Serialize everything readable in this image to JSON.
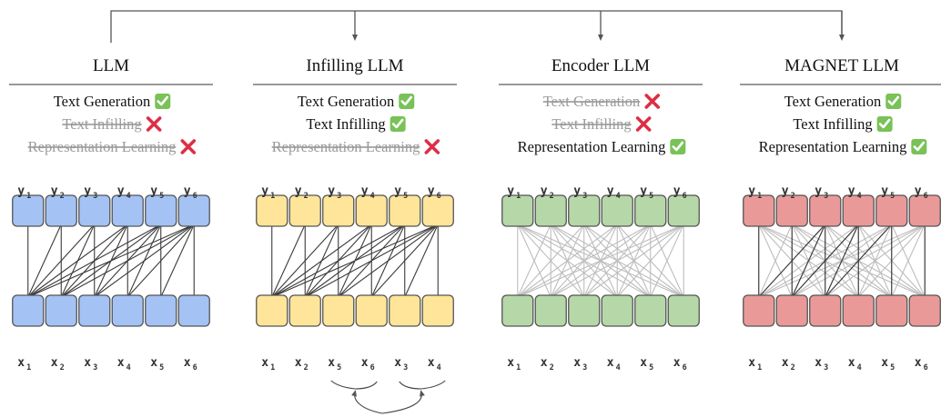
{
  "panels": [
    {
      "title": "LLM",
      "fill": "#a4c2f4",
      "capabilities": [
        {
          "text": "Text Generation",
          "supported": true
        },
        {
          "text": "Text Infilling",
          "supported": false
        },
        {
          "text": "Representation Learning",
          "supported": false
        }
      ],
      "top_labels": [
        [
          "y",
          "1"
        ],
        [
          "y",
          "2"
        ],
        [
          "y",
          "3"
        ],
        [
          "y",
          "4"
        ],
        [
          "y",
          "5"
        ],
        [
          "y",
          "6"
        ]
      ],
      "bottom_labels": [
        [
          "x",
          "1"
        ],
        [
          "x",
          "2"
        ],
        [
          "x",
          "3"
        ],
        [
          "x",
          "4"
        ],
        [
          "x",
          "5"
        ],
        [
          "x",
          "6"
        ]
      ],
      "attention": "causal",
      "extra_edges": []
    },
    {
      "title": "Infilling LLM",
      "fill": "#ffe599",
      "capabilities": [
        {
          "text": "Text Generation",
          "supported": true
        },
        {
          "text": "Text Infilling",
          "supported": true
        },
        {
          "text": "Representation Learning",
          "supported": false
        }
      ],
      "top_labels": [
        [
          "y",
          "1"
        ],
        [
          "y",
          "2"
        ],
        [
          "y",
          "3"
        ],
        [
          "y",
          "4"
        ],
        [
          "y",
          "5"
        ],
        [
          "y",
          "6"
        ]
      ],
      "bottom_labels": [
        [
          "x",
          "1"
        ],
        [
          "x",
          "2"
        ],
        [
          "x",
          "5"
        ],
        [
          "x",
          "6"
        ],
        [
          "x",
          "3"
        ],
        [
          "x",
          "4"
        ]
      ],
      "attention": "causal",
      "extra_edges": [],
      "reorder_swap": true
    },
    {
      "title": "Encoder LLM",
      "fill": "#b6d7a8",
      "capabilities": [
        {
          "text": "Text Generation",
          "supported": false
        },
        {
          "text": "Text Infilling",
          "supported": false
        },
        {
          "text": "Representation Learning",
          "supported": true
        }
      ],
      "top_labels": [
        [
          "y",
          "1"
        ],
        [
          "y",
          "2"
        ],
        [
          "y",
          "3"
        ],
        [
          "y",
          "4"
        ],
        [
          "y",
          "5"
        ],
        [
          "y",
          "6"
        ]
      ],
      "bottom_labels": [
        [
          "x",
          "1"
        ],
        [
          "x",
          "2"
        ],
        [
          "x",
          "3"
        ],
        [
          "x",
          "4"
        ],
        [
          "x",
          "5"
        ],
        [
          "x",
          "6"
        ]
      ],
      "attention": "bidirectional",
      "extra_edges": []
    },
    {
      "title": "MAGNET LLM",
      "fill": "#ea9999",
      "capabilities": [
        {
          "text": "Text Generation",
          "supported": true
        },
        {
          "text": "Text Infilling",
          "supported": true
        },
        {
          "text": "Representation Learning",
          "supported": true
        }
      ],
      "top_labels": [
        [
          "y",
          "1"
        ],
        [
          "y",
          "2"
        ],
        [
          "y",
          "3"
        ],
        [
          "y",
          "4"
        ],
        [
          "y",
          "5"
        ],
        [
          "y",
          "6"
        ]
      ],
      "bottom_labels": [
        [
          "x",
          "1"
        ],
        [
          "x",
          "2"
        ],
        [
          "x",
          "3"
        ],
        [
          "x",
          "4"
        ],
        [
          "x",
          "5"
        ],
        [
          "x",
          "6"
        ]
      ],
      "attention": "hybrid",
      "extra_edges": []
    }
  ],
  "colors": {
    "check": "#78c257",
    "cross": "#dd2e44",
    "edge_dark": "#3a3a3a",
    "edge_light": "#bdbdbd",
    "box_stroke": "#555555"
  },
  "icons": {
    "supported": "check-mark-icon",
    "unsupported": "cross-mark-icon"
  }
}
